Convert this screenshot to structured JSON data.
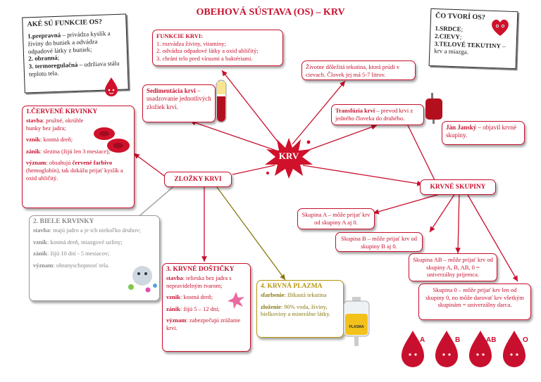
{
  "title": "OBEHOVÁ SÚSTAVA (OS) – KRV",
  "center": {
    "label": "KRV"
  },
  "zlozky": {
    "label": "ZLOŽKY KRVI"
  },
  "krvne_skupiny": {
    "label": "KRVNÉ SKUPINY"
  },
  "note_left": {
    "heading": "AKÉ SÚ FUNKCIE OS?",
    "f1_bold": "1.prepravná",
    "f1_text": " – privádza kyslík a živiny do buniek a odvádza odpadové látky z buniek;",
    "f2_bold": "2. obranná",
    "f2_text": ";",
    "f3_bold": "3. termoregulačná",
    "f3_text": " – udržiava stálu teplotu tela."
  },
  "note_right": {
    "heading": "ČO TVORÍ OS?",
    "i1": "1.SRDCE",
    "i1_end": ";",
    "i2": "2.CIEVY",
    "i2_end": ";",
    "i3": "3.TELOVÉ TEKUTINY",
    "i3_end": " – krv a miazga."
  },
  "funkcie": {
    "heading": "FUNKCIE KRVI",
    "colon": ":",
    "l1": "1. rozvádza živiny, vitamíny;",
    "l2": "2. odvádza odpadové látky a oxid uhličitý;",
    "l3": "3. chráni telo pred vírusmi a baktériami."
  },
  "definicia": {
    "text": "Životne dôležitá tekutina, ktorá prúdi v cievach. Človek jej má 5-7 litrov."
  },
  "sedimentacia": {
    "bold": "Sedimentácia krvi",
    "text": " – usadzovanie jednotlivých zložiek krvi."
  },
  "transfuzia": {
    "bold": "Transfúzia krvi",
    "text": " – prevod krvi z jedného človeka do druhého."
  },
  "jansky": {
    "bold": "Ján Janský",
    "text": " – objavil krvné skupiny."
  },
  "cervene": {
    "heading": "1.ČERVENÉ KRVINKY",
    "stavba_l": "stavba",
    "stavba": ": pružné, okrúhle bunky bez jadra;",
    "vznik_l": "vznik",
    "vznik": ": kostná dreň;",
    "zanik_l": "zánik",
    "zanik": ": slezina (žijú len 3 mesiace);",
    "vyznam_l": "význam",
    "vyznam_a": ": obsahujú ",
    "vyznam_b": "červené farbivo",
    "vyznam_c": " (hemoglobín), tak dokážu prijať kyslík a oxid uhličitý."
  },
  "biele": {
    "heading": "2. BIELE KRVINKY",
    "stavba_l": "stavba",
    "stavba": ": majú jadro a je ich niekoľko druhov;",
    "vznik_l": "vznik",
    "vznik": ": kostná dreň, miazgové uzliny;",
    "zanik_l": "zánik",
    "zanik": ": žijú 10 dní - 5 mesiacov;",
    "vyznam_l": "význam",
    "vyznam": ": obranyschopnosť tela."
  },
  "dosticky": {
    "heading": "3. KRVNÉ DOŠTIČKY",
    "stavba_l": "stavba",
    "stavba": ": telieska bez jadra s nepravidelným tvarom;",
    "vznik_l": "vznik",
    "vznik": ": kostná dreň;",
    "zanik_l": "zánik",
    "zanik": ": žijú 5 – 12 dní;",
    "vyznam_l": "význam",
    "vyznam": ": zabezpečujú zrážanie krvi."
  },
  "plazma": {
    "heading": "4. KRVNÁ PLAZMA",
    "sfarbenie_l": "sfarbenie",
    "sfarbenie": ": žltkastá tekutina",
    "zlozenie_l": "zloženie",
    "zlozenie": ": 90% voda, živiny, bielkoviny a minerálne látky.",
    "bag_label": "PLASMA"
  },
  "skupiny": {
    "a": "Skupina A – môže prijať krv od skupiny A aj 0.",
    "b": "Skupina B – môže prijať krv od skupiny B aj 0.",
    "ab": "Skupina AB – môže prijať krv od skupiny A, B, AB, 0 = univerzálny prijemca.",
    "o": "Skupina 0 – môže prijať krv len od skupiny 0, no môže darovať krv všetkým skupinám = univerzálny darca."
  },
  "drops": [
    "A",
    "B",
    "AB",
    "O"
  ],
  "colors": {
    "accent": "#c8102e",
    "olive": "#8a7a10",
    "grey": "#8a8a8a"
  }
}
